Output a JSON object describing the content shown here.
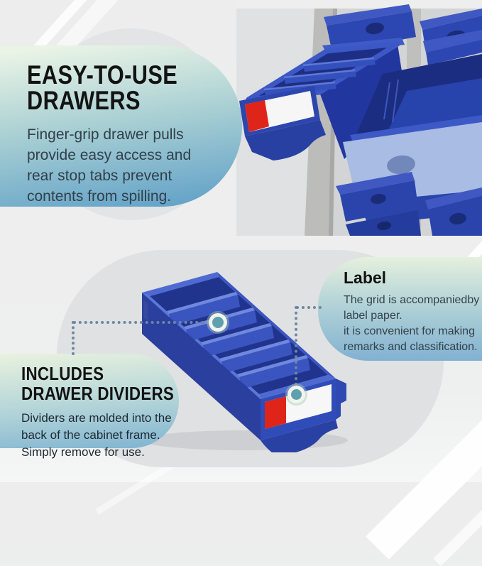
{
  "panels": {
    "easy": {
      "title_lines": [
        "EASY-TO-USE",
        "DRAWERS"
      ],
      "body_lines": [
        "Finger-grip drawer pulls",
        "provide easy access and",
        "rear stop tabs prevent",
        "contents from spilling."
      ]
    },
    "label": {
      "title": "Label",
      "body_lines": [
        "The grid is accompaniedby",
        "label paper.",
        "it is convenient for making",
        "remarks and classification."
      ]
    },
    "dividers": {
      "title_lines": [
        "INCLUDES",
        "DRAWER DIVIDERS"
      ],
      "body_lines": [
        "Dividers are molded into the",
        "back of the cabinet frame.",
        "Simply remove for use."
      ]
    }
  },
  "colors": {
    "bin_blue": "#2c46b0",
    "bin_interior": "#20348e",
    "label_red": "#df241a",
    "label_white": "#f6f6f6",
    "callout_teal": "#5fa0af",
    "dotted_line": "#6e86a2",
    "panel_gradient_top": "#eaf4e6",
    "panel_gradient_bottom": "#63a2c8",
    "cabinet_gray": "#bcbdbb"
  }
}
